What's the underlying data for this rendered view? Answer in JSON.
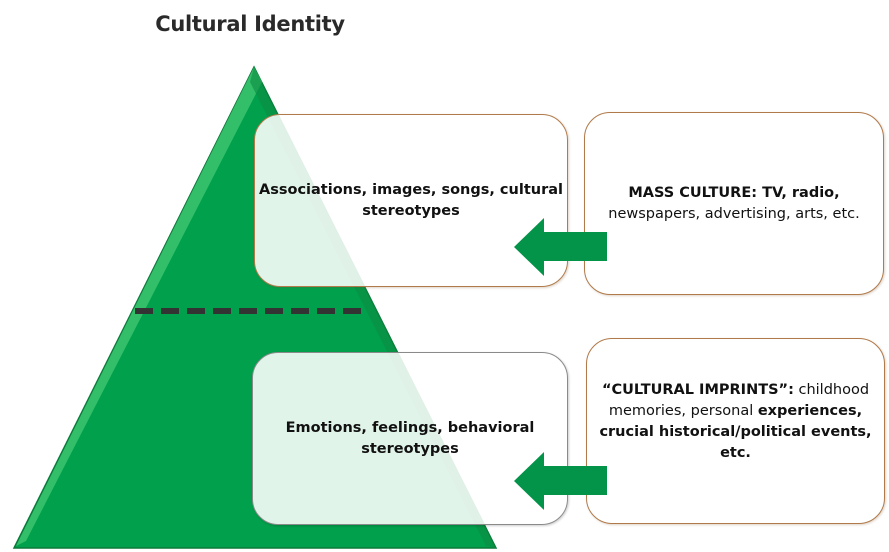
{
  "title": "Cultural Identity",
  "colors": {
    "pyramid_fill": "#00a04c",
    "pyramid_highlight": "#3cc46f",
    "arrow": "#03944a",
    "divider": "#333333",
    "box_border_brown": "#b07a4a",
    "box_border_gray": "#8a8a8a"
  },
  "pyramid": {
    "upper_level": {
      "text_line1": "Associations, images, songs, cultural",
      "text_line2": "stereotypes"
    },
    "lower_level": {
      "text_line1": "Emotions, feelings, behavioral",
      "text_line2": "stereotypes"
    },
    "divider_style": "dashed"
  },
  "sources": {
    "top": {
      "bold_part": "MASS CULTURE: TV, radio,",
      "normal_part": "newspapers, advertising, arts, etc."
    },
    "bottom": {
      "bold_part1": "“CULTURAL IMPRINTS”:",
      "normal_part1": " childhood",
      "normal_part2": "memories, personal ",
      "bold_part2": "experiences,",
      "bold_part3": "crucial historical/political events,",
      "bold_part4": "etc."
    }
  },
  "arrows": [
    {
      "from": "sources.top",
      "to": "pyramid.upper_level",
      "direction": "left",
      "icon": "left-arrow-icon"
    },
    {
      "from": "sources.bottom",
      "to": "pyramid.lower_level",
      "direction": "left",
      "icon": "left-arrow-icon"
    }
  ]
}
